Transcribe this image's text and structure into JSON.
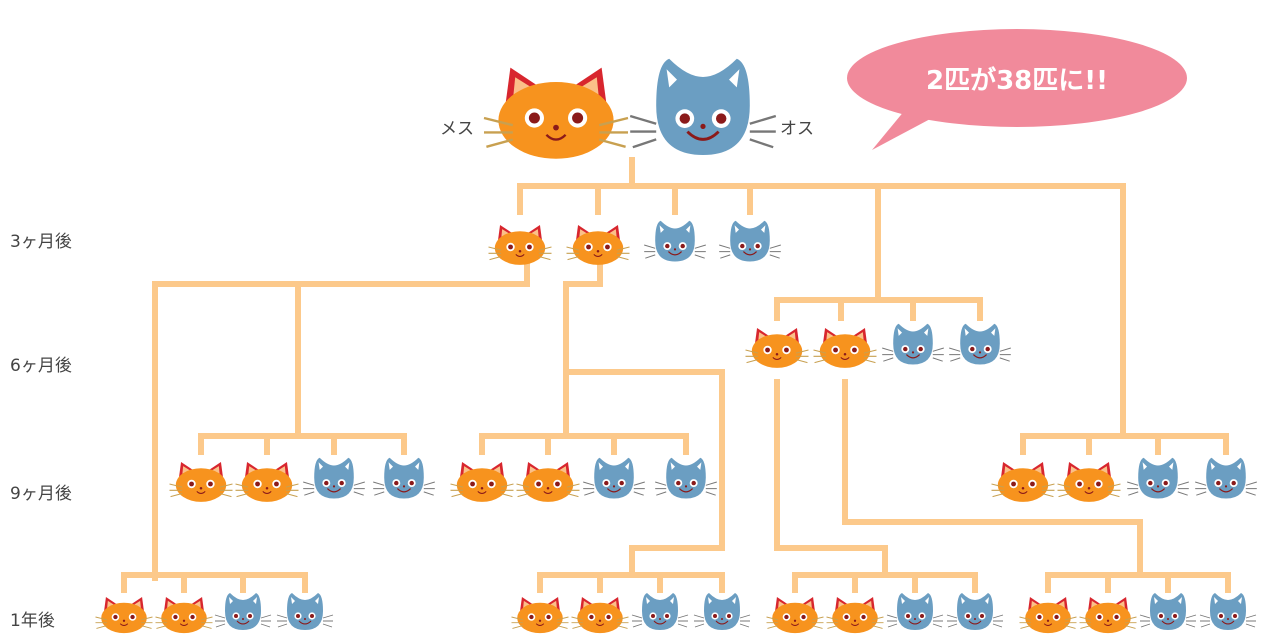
{
  "parents": {
    "female_label": "メス",
    "male_label": "オス"
  },
  "callout": "2匹が38匹に!!",
  "generations": [
    "3ヶ月後",
    "6ヶ月後",
    "9ヶ月後",
    "1年後"
  ],
  "colors": {
    "female": "#f7931e",
    "female_ear": "#d8262e",
    "male": "#6b9ec2",
    "line": "#fcc98b",
    "bubble": "#f18a9b"
  },
  "icons": {
    "female": "orange-female-cat-icon",
    "male": "blue-male-cat-icon"
  }
}
